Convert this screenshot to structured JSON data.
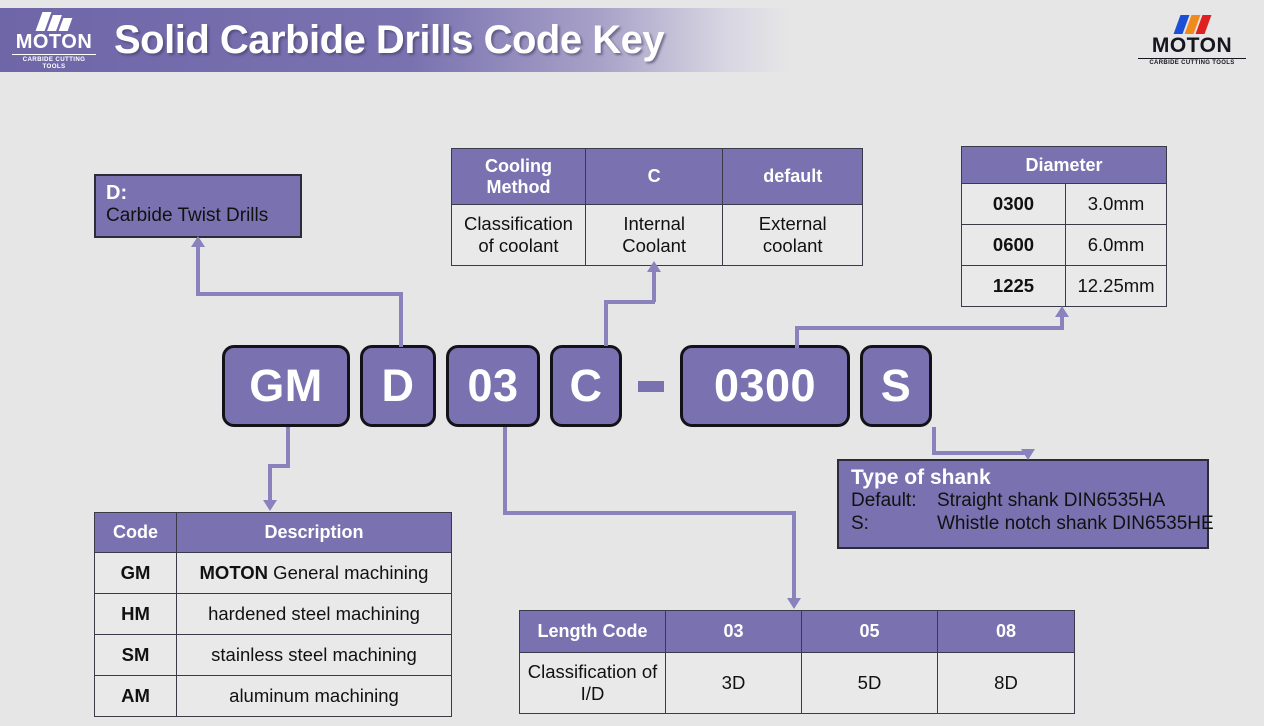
{
  "header": {
    "title": "Solid Carbide Drills Code Key",
    "logo_word": "MOTON",
    "logo_sub": "CARBIDE CUTTING TOOLS",
    "logo_right_word": "MOTON",
    "logo_right_sub": "CARBIDE CUTTING TOOLS",
    "accent_color": "#7a72b0"
  },
  "drill_type_box": {
    "title": "D:",
    "text": "Carbide Twist Drills"
  },
  "cooling_table": {
    "headers": [
      "Cooling Method",
      "C",
      "default"
    ],
    "row": [
      "Classification of coolant",
      "Internal Coolant",
      "External coolant"
    ]
  },
  "diameter_table": {
    "header": "Diameter",
    "rows": [
      {
        "code": "0300",
        "value": "3.0mm"
      },
      {
        "code": "0600",
        "value": "6.0mm"
      },
      {
        "code": "1225",
        "value": "12.25mm"
      }
    ]
  },
  "code_sequence": {
    "chips": [
      "GM",
      "D",
      "03",
      "C",
      "0300",
      "S"
    ],
    "separator": "-"
  },
  "code_table": {
    "headers": [
      "Code",
      "Description"
    ],
    "rows": [
      {
        "code": "GM",
        "desc_bold": "MOTON",
        "desc": " General machining"
      },
      {
        "code": "HM",
        "desc_bold": "",
        "desc": "hardened steel machining"
      },
      {
        "code": "SM",
        "desc_bold": "",
        "desc": "stainless steel machining"
      },
      {
        "code": "AM",
        "desc_bold": "",
        "desc": "aluminum machining"
      }
    ]
  },
  "shank_box": {
    "title": "Type of shank",
    "default_key": "Default:",
    "default_value": "Straight shank DIN6535HA",
    "s_key": "S:",
    "s_value": "Whistle notch shank DIN6535HE"
  },
  "length_table": {
    "headers": [
      "Length Code",
      "03",
      "05",
      "08"
    ],
    "row": [
      "Classification of I/D",
      "3D",
      "5D",
      "8D"
    ]
  }
}
